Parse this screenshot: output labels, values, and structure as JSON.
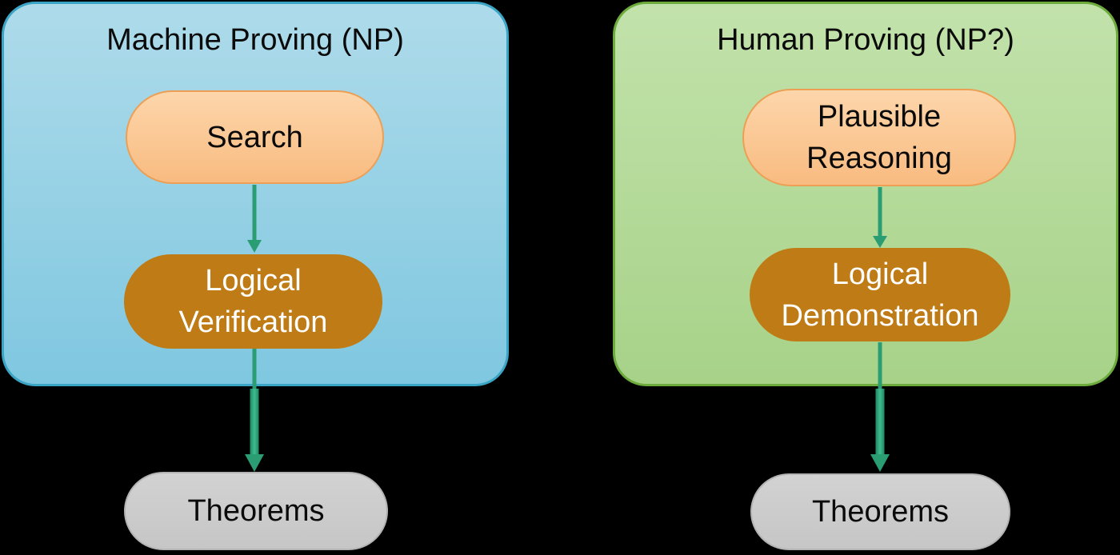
{
  "colors": {
    "background": "#000000",
    "panel_blue_top": "#aedbea",
    "panel_blue_bottom": "#7fc7e0",
    "panel_blue_border": "#3ba5c6",
    "panel_green_top": "#c2e2ab",
    "panel_green_bottom": "#a7d288",
    "panel_green_border": "#6cab3c",
    "pill_orange_top": "#fdd6ab",
    "pill_orange_bottom": "#f8bb80",
    "pill_orange_border": "#ec9f55",
    "pill_brown": "#bf7b15",
    "pill_gray_top": "#d2d2d2",
    "pill_gray": "#c6c6c6",
    "pill_gray_border": "#b3b3b3",
    "arrow_green": "#2a9d72",
    "arrow_green_dark": "#1e8a63",
    "arrow_green_light": "#3fbc90",
    "text_dark": "#0a0a0a",
    "text_light": "#ffffff"
  },
  "left_panel": {
    "title": "Machine Proving (NP)",
    "step1_label": "Search",
    "step2_line1": "Logical",
    "step2_line2": "Verification",
    "result_label": "Theorems"
  },
  "right_panel": {
    "title": "Human Proving (NP?)",
    "step1_line1": "Plausible",
    "step1_line2": "Reasoning",
    "step2_line1": "Logical",
    "step2_line2": "Demonstration",
    "result_label": "Theorems"
  }
}
